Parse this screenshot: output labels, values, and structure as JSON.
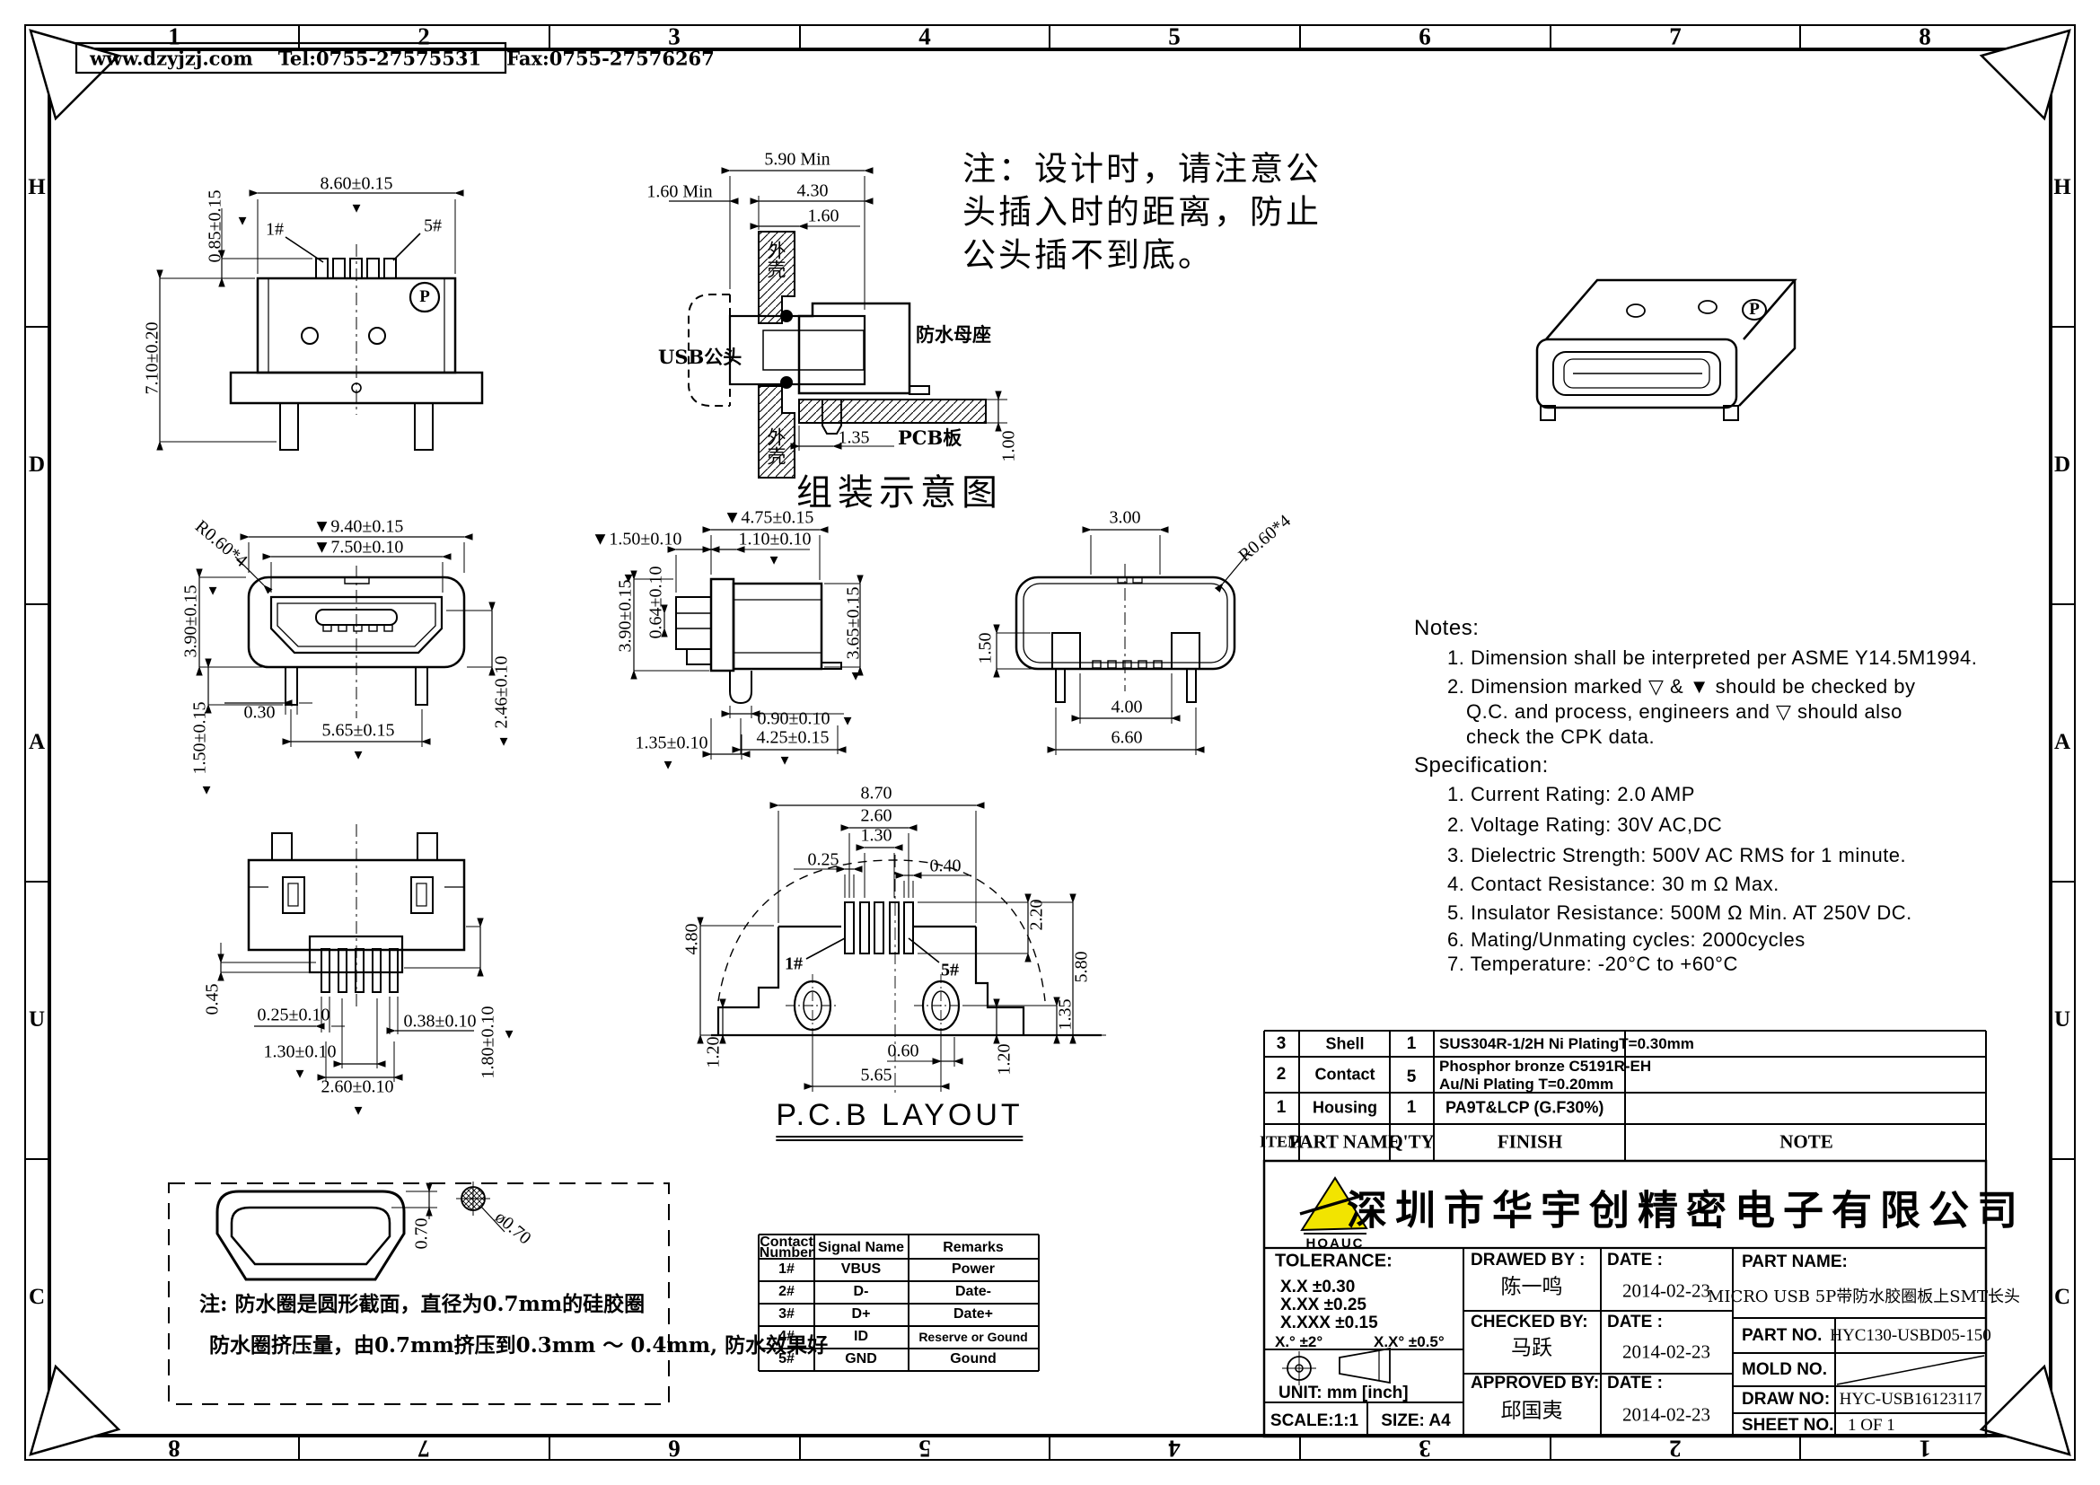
{
  "symbols": {
    "check_filled": "▼",
    "check_open": "▽",
    "p_mark": "P"
  },
  "frame": {
    "top_numbers": [
      "1",
      "2",
      "3",
      "4",
      "5",
      "6",
      "7",
      "8"
    ],
    "bottom_numbers": [
      "8",
      "7",
      "6",
      "5",
      "4",
      "3",
      "2",
      "1"
    ],
    "left_letters": [
      "H",
      "D",
      "A",
      "U",
      "C"
    ],
    "right_letters": [
      "H",
      "D",
      "A",
      "U",
      "C"
    ]
  },
  "header": {
    "website": "www.dzyjzj.com",
    "tel": "Tel:0755-27575531",
    "fax": "Fax:0755-27576267"
  },
  "cn_note": {
    "line1": "注：设计时，请注意公",
    "line2": "头插入时的距离，防止",
    "line3": "公头插不到底。"
  },
  "assembly": {
    "title": "组装示意图",
    "dim_590": "5.90 Min",
    "dim_160min": "1.60 Min",
    "dim_430": "4.30",
    "dim_160": "1.60",
    "dim_135": "1.35",
    "dim_100": "1.00",
    "label_shell": "外壳",
    "label_plug": "USB公头",
    "label_socket": "防水母座",
    "label_pcb": "PCB板"
  },
  "front_shell_view": {
    "dim_width": "8.60±0.15",
    "dim_pin": "0.85±0.15",
    "dim_height": "7.10±0.20",
    "pin1": "1#",
    "pin5": "5#"
  },
  "front_view": {
    "dim_940": "▼9.40±0.15",
    "dim_750": "▼7.50±0.10",
    "dim_390": "3.90±0.15",
    "dim_030": "0.30",
    "dim_565": "5.65±0.15",
    "dim_150": "1.50±0.15",
    "dim_246": "2.46±0.10",
    "radius": "R0.60*4"
  },
  "side_view": {
    "dim_475": "▼4.75±0.15",
    "dim_150": "▼1.50±0.10",
    "dim_110": "1.10±0.10",
    "dim_390": "3.90±0.15",
    "dim_064": "0.64±0.10",
    "dim_365": "3.65±0.15",
    "dim_090": "0.90±0.10",
    "dim_425": "4.25±0.15",
    "dim_135": "1.35±0.10"
  },
  "top_view": {
    "dim_300": "3.00",
    "radius": "R0.60*4",
    "dim_150": "1.50",
    "dim_400": "4.00",
    "dim_660": "6.60"
  },
  "smt_view": {
    "dim_045": "0.45",
    "dim_025": "0.25±0.10",
    "dim_038": "0.38±0.10",
    "dim_130": "1.30±0.10",
    "dim_180": "1.80±0.10",
    "dim_260": "2.60±0.10"
  },
  "pcb_layout": {
    "title": "P.C.B LAYOUT",
    "dim_870": "8.70",
    "dim_260": "2.60",
    "dim_130": "1.30",
    "dim_025": "0.25",
    "dim_040": "0.40",
    "dim_220": "2.20",
    "dim_580": "5.80",
    "dim_480": "4.80",
    "dim_120_left": "1.20",
    "dim_060": "0.60",
    "dim_565": "5.65",
    "dim_120_right": "1.20",
    "dim_135": "1.35",
    "pin1": "1#",
    "pin5": "5#"
  },
  "notes": {
    "heading": "Notes:",
    "line1": "1. Dimension shall be interpreted per ASME Y14.5M1994.",
    "line2": "2. Dimension marked ▽ & ▼ should be checked by",
    "line3": "Q.C. and process, engineers and ▽ should also",
    "line4": "check the CPK data."
  },
  "spec": {
    "heading": "Specification:",
    "items": [
      "1. Current Rating: 2.0 AMP",
      "2. Voltage Rating: 30V AC,DC",
      "3. Dielectric Strength: 500V AC RMS for 1 minute.",
      "4. Contact Resistance: 30 m Ω Max.",
      "5. Insulator Resistance: 500M Ω Min. AT 250V DC.",
      "6. Mating/Unmating cycles: 2000cycles",
      "7. Temperature: -20°C to +60°C"
    ]
  },
  "parts_table": {
    "headers": {
      "item": "ITEM",
      "part": "PART  NAME",
      "qty": "Q'TY",
      "finish": "FINISH",
      "note": "NOTE"
    },
    "rows": [
      {
        "item": "3",
        "part": "Shell",
        "qty": "1",
        "finish1": "SUS304R-1/2H  Ni  PlatingT=0.30mm",
        "finish2": ""
      },
      {
        "item": "2",
        "part": "Contact",
        "qty": "5",
        "finish1": "Phosphor bronze C5191R-EH",
        "finish2": "Au/Ni  Plating  T=0.20mm"
      },
      {
        "item": "1",
        "part": "Housing",
        "qty": "1",
        "finish1": "PA9T&LCP (G.F30%)",
        "finish2": ""
      }
    ]
  },
  "title_block": {
    "company": "深圳市华宇创精密电子有限公司",
    "logo_text": "HOAUC",
    "tolerance_heading": "TOLERANCE:",
    "tol1": "X.X    ±0.30",
    "tol2": "X.XX   ±0.25",
    "tol3": "X.XXX  ±0.15",
    "tol4": "X.°  ±2°",
    "tol5": "X.X°  ±0.5°",
    "unit": "UNIT:  mm  [inch]",
    "scale": "SCALE:1:1",
    "size": "SIZE:  A4",
    "drawed_label": "DRAWED BY :",
    "drawed_by": "陈一鸣",
    "checked_label": "CHECKED BY:",
    "checked_by": "马跃",
    "approved_label": "APPROVED BY:",
    "approved_by": "邱国夷",
    "date_label": "DATE :",
    "date1": "2014-02-23",
    "date2": "2014-02-23",
    "date3": "2014-02-23",
    "part_name_label": "PART NAME:",
    "part_name": "MICRO USB 5P带防水胶圈板上SMT长头",
    "part_no_label": "PART NO.",
    "part_no": "HYC130-USBD05-150",
    "mold_no_label": "MOLD NO.",
    "draw_no_label": "DRAW NO:",
    "draw_no": "HYC-USB16123117",
    "sheet_no_label": "SHEET NO.",
    "sheet_no": "1 OF 1"
  },
  "contact_table": {
    "header_col1a": "Contact",
    "header_col1b": "Number",
    "header_col2": "Signal Name",
    "header_col3": "Remarks",
    "rows": [
      {
        "no": "1#",
        "signal": "VBUS",
        "remark": "Power"
      },
      {
        "no": "2#",
        "signal": "D-",
        "remark": "Date-"
      },
      {
        "no": "3#",
        "signal": "D+",
        "remark": "Date+"
      },
      {
        "no": "4#",
        "signal": "ID",
        "remark": "Reserve or Gound"
      },
      {
        "no": "5#",
        "signal": "GND",
        "remark": "Gound"
      }
    ]
  },
  "waterproof": {
    "dim_070": "0.70",
    "dia": "ø0.70",
    "note1": "注: 防水圈是圆形截面，直径为0.7mm的硅胶圈",
    "note2": "防水圈挤压量，由0.7mm挤压到0.3mm ～ 0.4mm, 防水效果好"
  }
}
